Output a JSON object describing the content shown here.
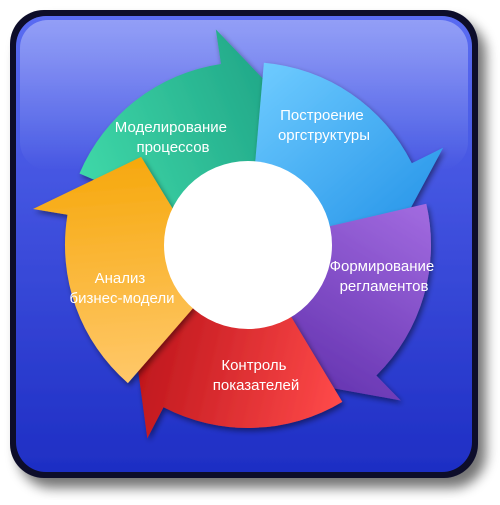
{
  "diagram": {
    "type": "cycle",
    "center_color": "#ffffff",
    "background": {
      "top_color": "#5a6cf2",
      "bottom_color": "#1e2ec4"
    },
    "segments": [
      {
        "id": "seg-modeling",
        "lines": [
          "Моделирование",
          "процессов"
        ],
        "color_light": "#3fd8a8",
        "color_dark": "#1b9e82"
      },
      {
        "id": "seg-orgstructure",
        "lines": [
          "Построение",
          "оргструктуры"
        ],
        "color_light": "#6ecbff",
        "color_dark": "#1f8fe6"
      },
      {
        "id": "seg-regulations",
        "lines": [
          "Формирование",
          "регламентов"
        ],
        "color_light": "#a26be0",
        "color_dark": "#5a2aa8"
      },
      {
        "id": "seg-kpi",
        "lines": [
          "Контроль",
          "показателей"
        ],
        "color_light": "#ff4a4a",
        "color_dark": "#b00b12"
      },
      {
        "id": "seg-business-model",
        "lines": [
          "Анализ",
          "бизнес-модели"
        ],
        "color_light": "#ffc86a",
        "color_dark": "#f5a400"
      }
    ]
  }
}
